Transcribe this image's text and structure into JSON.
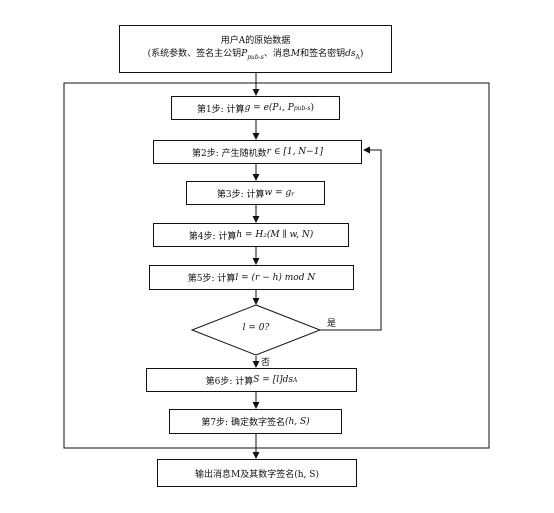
{
  "input_box": {
    "line1": "用户A的原始数据",
    "line2_prefix": "(系统参数、签名主公钥",
    "line2_pub": "P",
    "line2_pub_sub": "pub-s",
    "line2_mid": "、消息",
    "line2_msg": "M",
    "line2_mid2": "和签名密钥",
    "line2_key": "ds",
    "line2_key_sub": "A",
    "line2_suffix": ")"
  },
  "steps": [
    {
      "prefix": "第1步: 计算",
      "formula": "g = e(P₁, P",
      "formula_sub": "pub-s",
      "formula_end": ")"
    },
    {
      "prefix": "第2步: 产生随机数",
      "formula": "r ∈ [1, N−1]"
    },
    {
      "prefix": "第3步: 计算",
      "formula": "w = g",
      "formula_sup": "r"
    },
    {
      "prefix": "第4步: 计算",
      "formula": "h = H₂(M ∥ w, N)"
    },
    {
      "prefix": "第5步: 计算",
      "formula": "l = (r − h) mod N"
    },
    {
      "prefix": "第6步: 计算",
      "formula": "S = [l]ds",
      "formula_sub": "A"
    },
    {
      "prefix": "第7步: 确定数字签名",
      "formula": "(h, S)"
    }
  ],
  "decision": {
    "text": "l = 0?",
    "yes_label": "是",
    "no_label": "否"
  },
  "output_box": {
    "text": "输出消息M及其数字签名(h, S)"
  }
}
